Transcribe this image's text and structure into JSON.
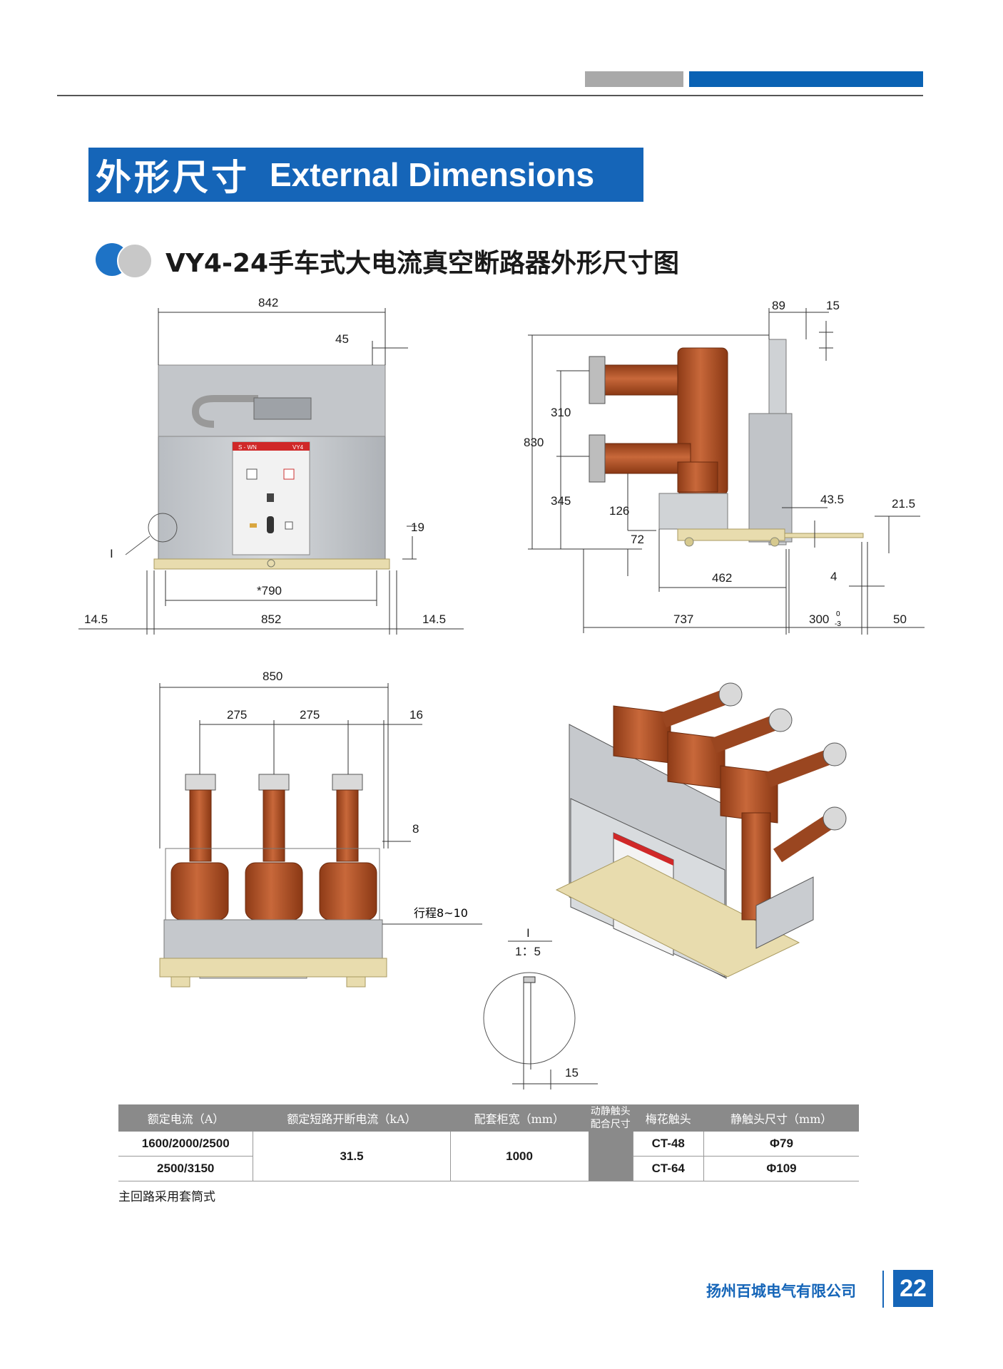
{
  "title": {
    "cn": "外形尺寸",
    "en": "External Dimensions"
  },
  "subtitle": "VY4-24手车式大电流真空断路器外形尺寸图",
  "front_view": {
    "dims": {
      "d842": "842",
      "d45": "45",
      "d19": "19",
      "d790": "*790",
      "d852": "852",
      "d145a": "14.5",
      "d145b": "14.5",
      "callout": "I"
    },
    "panel": {
      "brand": "S - WN",
      "model": "VY4"
    }
  },
  "side_view": {
    "dims": {
      "d89": "89",
      "d15": "15",
      "d310": "310",
      "d830": "830",
      "d345": "345",
      "d126": "126",
      "d72": "72",
      "d435": "43.5",
      "d215": "21.5",
      "d462": "462",
      "d4": "4",
      "d737": "737",
      "d300": "300",
      "d300tol_top": "0",
      "d300tol_bot": "-3",
      "d50": "50"
    }
  },
  "rear_view": {
    "dims": {
      "d850": "850",
      "d275a": "275",
      "d275b": "275",
      "d16": "16",
      "d8": "8",
      "travel": "行程8~10"
    }
  },
  "detail": {
    "label": "I",
    "scale": "1：5",
    "d15": "15"
  },
  "table": {
    "headers": [
      "额定电流（A）",
      "额定短路开断电流（kA）",
      "配套柜宽（mm）",
      "动静触头配合尺寸",
      "梅花触头",
      "静触头尺寸（mm）"
    ],
    "rows": [
      {
        "current": "1600/2000/2500",
        "contact": "CT-48",
        "size": "Φ79"
      },
      {
        "current": "2500/3150",
        "contact": "CT-64",
        "size": "Φ109"
      }
    ],
    "breaking": "31.5",
    "width": "1000"
  },
  "note": "主回路采用套筒式",
  "footer": {
    "company": "扬州百城电气有限公司",
    "page": "22"
  },
  "colors": {
    "brand_blue": "#1565b8",
    "insulator": "#b5562a",
    "frame_gray": "#c9ccd0",
    "base_yellow": "#e8dcae"
  }
}
